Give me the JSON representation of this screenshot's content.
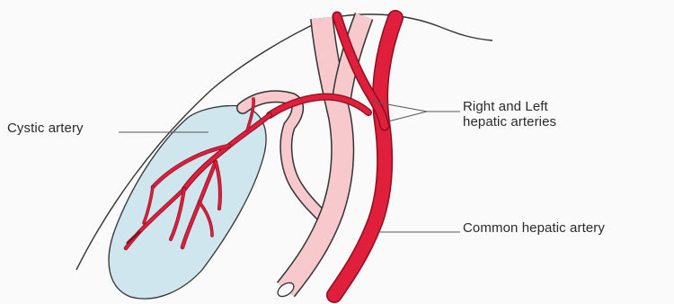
{
  "labels": {
    "cystic_artery": "Cystic artery",
    "right_left_line1": "Right and Left",
    "right_left_line2": "hepatic arteries",
    "common_hepatic_artery": "Common hepatic artery"
  },
  "colors": {
    "artery_red": "#e01f3d",
    "artery_dark": "#8b0f1f",
    "duct_pink": "#f7c9cd",
    "gallbladder_blue": "#cfe6ee",
    "outline": "#333333",
    "leader_line": "#555555"
  }
}
